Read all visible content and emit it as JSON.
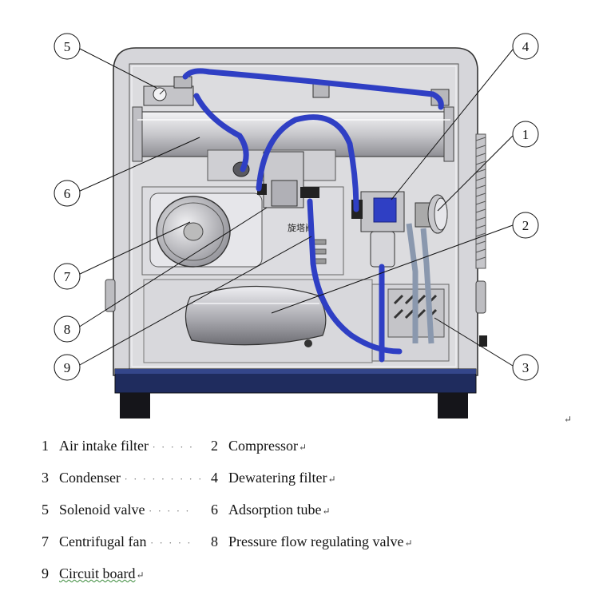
{
  "callouts": [
    "5",
    "4",
    "1",
    "2",
    "6",
    "7",
    "8",
    "9",
    "3"
  ],
  "panel_text": "旋塔阀",
  "legend": [
    {
      "num": "1",
      "label": "Air intake filter"
    },
    {
      "num": "2",
      "label": "Compressor"
    },
    {
      "num": "3",
      "label": "Condenser"
    },
    {
      "num": "4",
      "label": "Dewatering filter"
    },
    {
      "num": "5",
      "label": "Solenoid valve"
    },
    {
      "num": "6",
      "label": "Adsorption tube"
    },
    {
      "num": "7",
      "label": "Centrifugal fan"
    },
    {
      "num": "8",
      "label": "Pressure flow regulating valve"
    },
    {
      "num": "9",
      "label": "Circuit board"
    }
  ],
  "return_mark": "↵",
  "colors": {
    "tube": "#2f3fc4",
    "frame": "#c9c9cc",
    "base": "#1f2c5e",
    "panel": "#dcdce0"
  }
}
